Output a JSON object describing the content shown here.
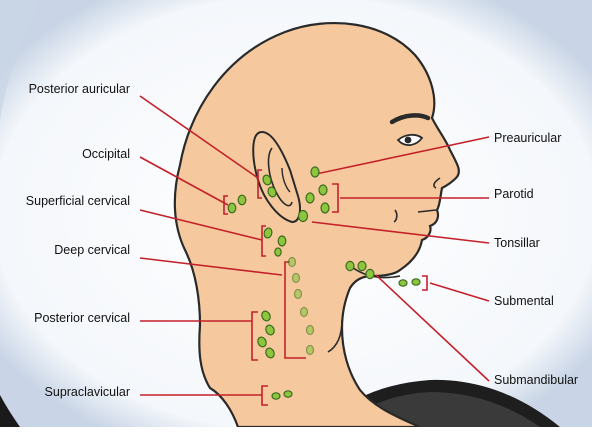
{
  "labels": {
    "posterior_auricular": "Posterior auricular",
    "occipital": "Occipital",
    "superficial_cervical": "Superficial cervical",
    "deep_cervical": "Deep cervical",
    "posterior_cervical": "Posterior cervical",
    "supraclavicular": "Supraclavicular",
    "preauricular": "Preauricular",
    "parotid": "Parotid",
    "tonsillar": "Tonsillar",
    "submental": "Submental",
    "submandibular": "Submandibular"
  },
  "colors": {
    "skin": "#f5c99d",
    "outline": "#2a2a2a",
    "leader": "#c4202a",
    "node": "#8cc63f",
    "node_outline": "#3d6b1e",
    "background_glow": "#dfe6f1"
  }
}
